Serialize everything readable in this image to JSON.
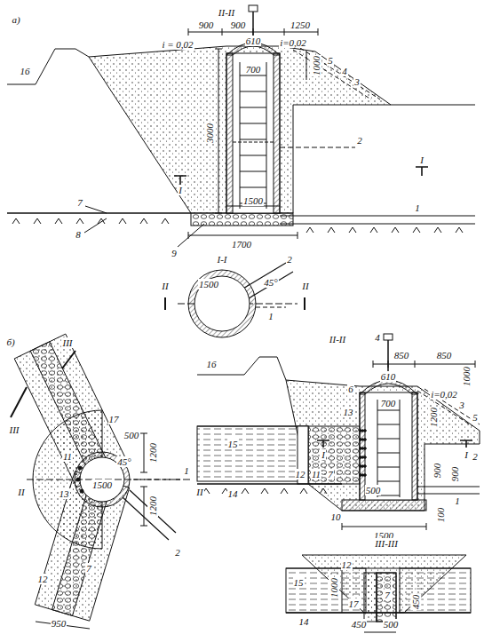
{
  "diagram": {
    "labels": [
      "а)",
      "II-II",
      "900",
      "900",
      "1250",
      "i = 0,02",
      "610",
      "i=0,02",
      "1000",
      "700",
      "16",
      "5",
      "4",
      "3",
      "3000",
      "1500",
      "2",
      "1",
      "I",
      "I",
      "7",
      "8",
      "9",
      "1700",
      "I-I",
      "1500",
      "2",
      "45°",
      "1",
      "II",
      "II",
      "б)",
      "III",
      "III",
      "500",
      "11",
      "13",
      "45°",
      "1500",
      "1200",
      "1200",
      "1",
      "II",
      "II",
      "2",
      "12",
      "7",
      "17",
      "950",
      "II-II",
      "4",
      "850",
      "850",
      "1000",
      "16",
      "6",
      "610",
      "700",
      "i=0,02",
      "3",
      "13",
      "1200",
      "5",
      "2",
      "15",
      "I",
      "I",
      "900",
      "14",
      "12",
      "11",
      "7",
      "500",
      "10",
      "1500",
      "100",
      "900",
      "1",
      "III-III",
      "12",
      "15",
      "1000",
      "14",
      "17",
      "7",
      "450",
      "500",
      "450"
    ]
  }
}
